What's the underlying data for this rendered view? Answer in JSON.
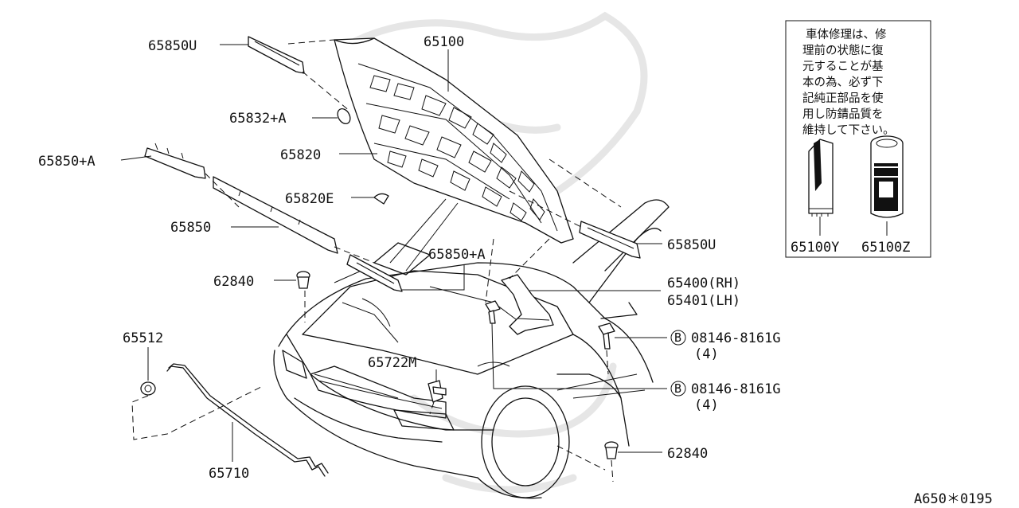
{
  "callouts": {
    "c65850u_top": "65850U",
    "c65100": "65100",
    "c65832a": "65832+A",
    "c65850a_left": "65850+A",
    "c65820": "65820",
    "c65820e": "65820E",
    "c65850": "65850",
    "c62840_top": "62840",
    "c65850a_mid": "65850+A",
    "c65850u_right": "65850U",
    "c65400": "65400(RH)",
    "c65401": "65401(LH)",
    "c65512": "65512",
    "bolt1_code": "08146-8161G",
    "bolt1_qty": "(4)",
    "c65722m": "65722M",
    "bolt2_code": "08146-8161G",
    "bolt2_qty": "(4)",
    "c62840_bottom": "62840",
    "c65710": "65710",
    "bolt_marker": "B"
  },
  "note_box": {
    "lines": [
      "車体修理は、修",
      "理前の状態に復",
      "元することが基",
      "本の為、必ず下",
      "記純正部品を使",
      "用し防錆品質を",
      "維持して下さい。"
    ],
    "tube_part": "65100Y",
    "can_part": "65100Z"
  },
  "diagram_code": "A650＊0195"
}
